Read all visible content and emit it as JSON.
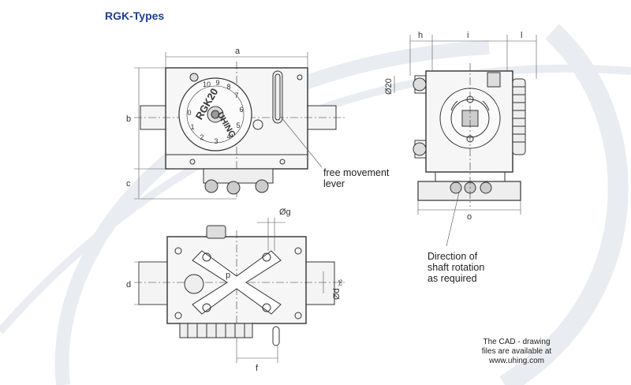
{
  "page": {
    "title": "RGK-Types",
    "cad_note": [
      "The CAD - drawing",
      "files are available at",
      "www.uhing.com"
    ]
  },
  "callouts": {
    "free_movement": [
      "free movement",
      "lever"
    ],
    "direction": [
      "Direction of",
      "shaft rotation",
      "as required"
    ]
  },
  "dimensions": {
    "a": "a",
    "b": "b",
    "c": "c",
    "d": "d",
    "f": "f",
    "h": "h",
    "i": "i",
    "l": "l",
    "o": "o",
    "p": "p",
    "g": "Øg",
    "dh": "Ød",
    "dh_sub": "h6",
    "d20": "Ø20"
  },
  "dial": {
    "brand_top": "RGK20",
    "brand_bottom": "UHING",
    "numbers": [
      "0",
      "1",
      "2",
      "3",
      "4",
      "5",
      "6",
      "7",
      "8",
      "9",
      "10"
    ]
  },
  "colors": {
    "title": "#1f3f8f",
    "line": "#333333",
    "dim": "#555555",
    "swirl": "#e6eaf0",
    "metal": "#f2f2f2"
  }
}
